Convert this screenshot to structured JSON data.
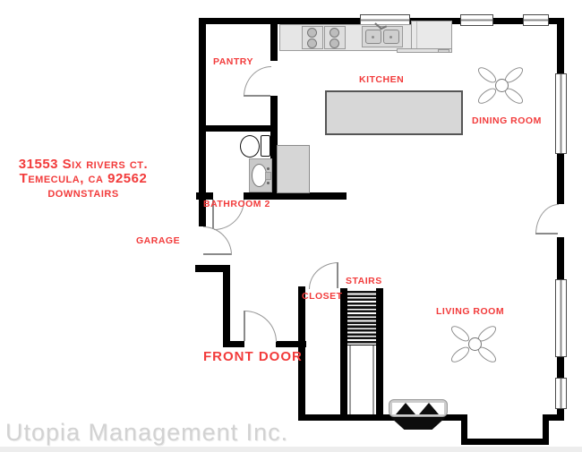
{
  "address": {
    "line1": "31553 Six rivers ct.",
    "line2": "Temecula, ca 92562",
    "line3": "downstairs"
  },
  "room_labels": {
    "pantry": "PANTRY",
    "kitchen": "KITCHEN",
    "dining_room": "DINING ROOM",
    "bathroom": "BATHROOM 2",
    "garage": "GARAGE",
    "closet": "CLOSET",
    "stairs": "STAIRS",
    "living_room": "LIVING ROOM",
    "front_door": "FRONT DOOR"
  },
  "watermark": {
    "text": "Utopia Management Inc."
  },
  "colors": {
    "label_red": "#f23b3b",
    "wall": "#000000",
    "fixture_fill": "#d7d7d7",
    "watermark_gray": "#d2d2d2"
  }
}
